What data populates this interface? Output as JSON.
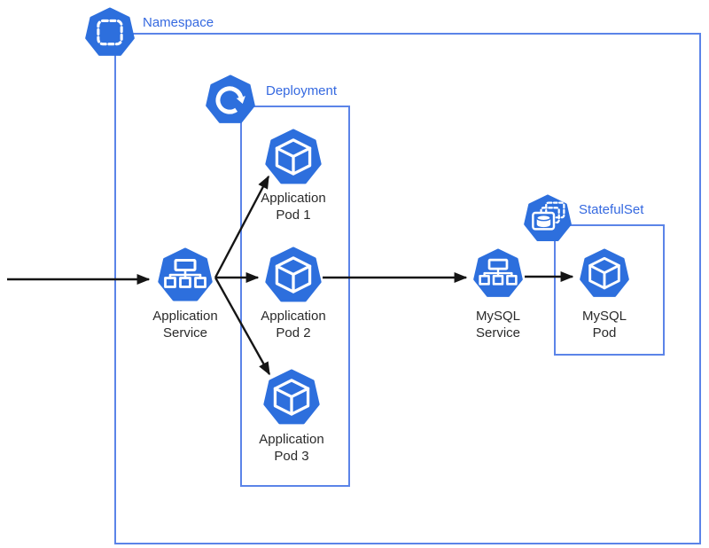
{
  "diagram_type": "kubernetes-architecture",
  "colors": {
    "kubernetes_blue": "#2D6FDD",
    "boundary_border": "#5B84E8",
    "boundary_label": "#3569E0",
    "arrow": "#151515",
    "node_label": "#2A2A2A",
    "background": "#FFFFFF"
  },
  "boundaries": {
    "namespace": {
      "label": "Namespace",
      "icon": "namespace-icon"
    },
    "deployment": {
      "label": "Deployment",
      "icon": "deployment-icon"
    },
    "statefulset": {
      "label": "StatefulSet",
      "icon": "statefulset-icon"
    }
  },
  "nodes": {
    "app_service": {
      "label": "Application\nService",
      "icon": "service-icon"
    },
    "app_pod_1": {
      "label": "Application\nPod 1",
      "icon": "pod-icon"
    },
    "app_pod_2": {
      "label": "Application\nPod 2",
      "icon": "pod-icon"
    },
    "app_pod_3": {
      "label": "Application\nPod 3",
      "icon": "pod-icon"
    },
    "mysql_service": {
      "label": "MySQL\nService",
      "icon": "service-icon"
    },
    "mysql_pod": {
      "label": "MySQL\nPod",
      "icon": "pod-icon"
    }
  },
  "edges": [
    {
      "from": "external",
      "to": "app_service"
    },
    {
      "from": "app_service",
      "to": "app_pod_1"
    },
    {
      "from": "app_service",
      "to": "app_pod_2"
    },
    {
      "from": "app_service",
      "to": "app_pod_3"
    },
    {
      "from": "app_pod_2",
      "to": "mysql_service"
    },
    {
      "from": "mysql_service",
      "to": "mysql_pod"
    }
  ]
}
